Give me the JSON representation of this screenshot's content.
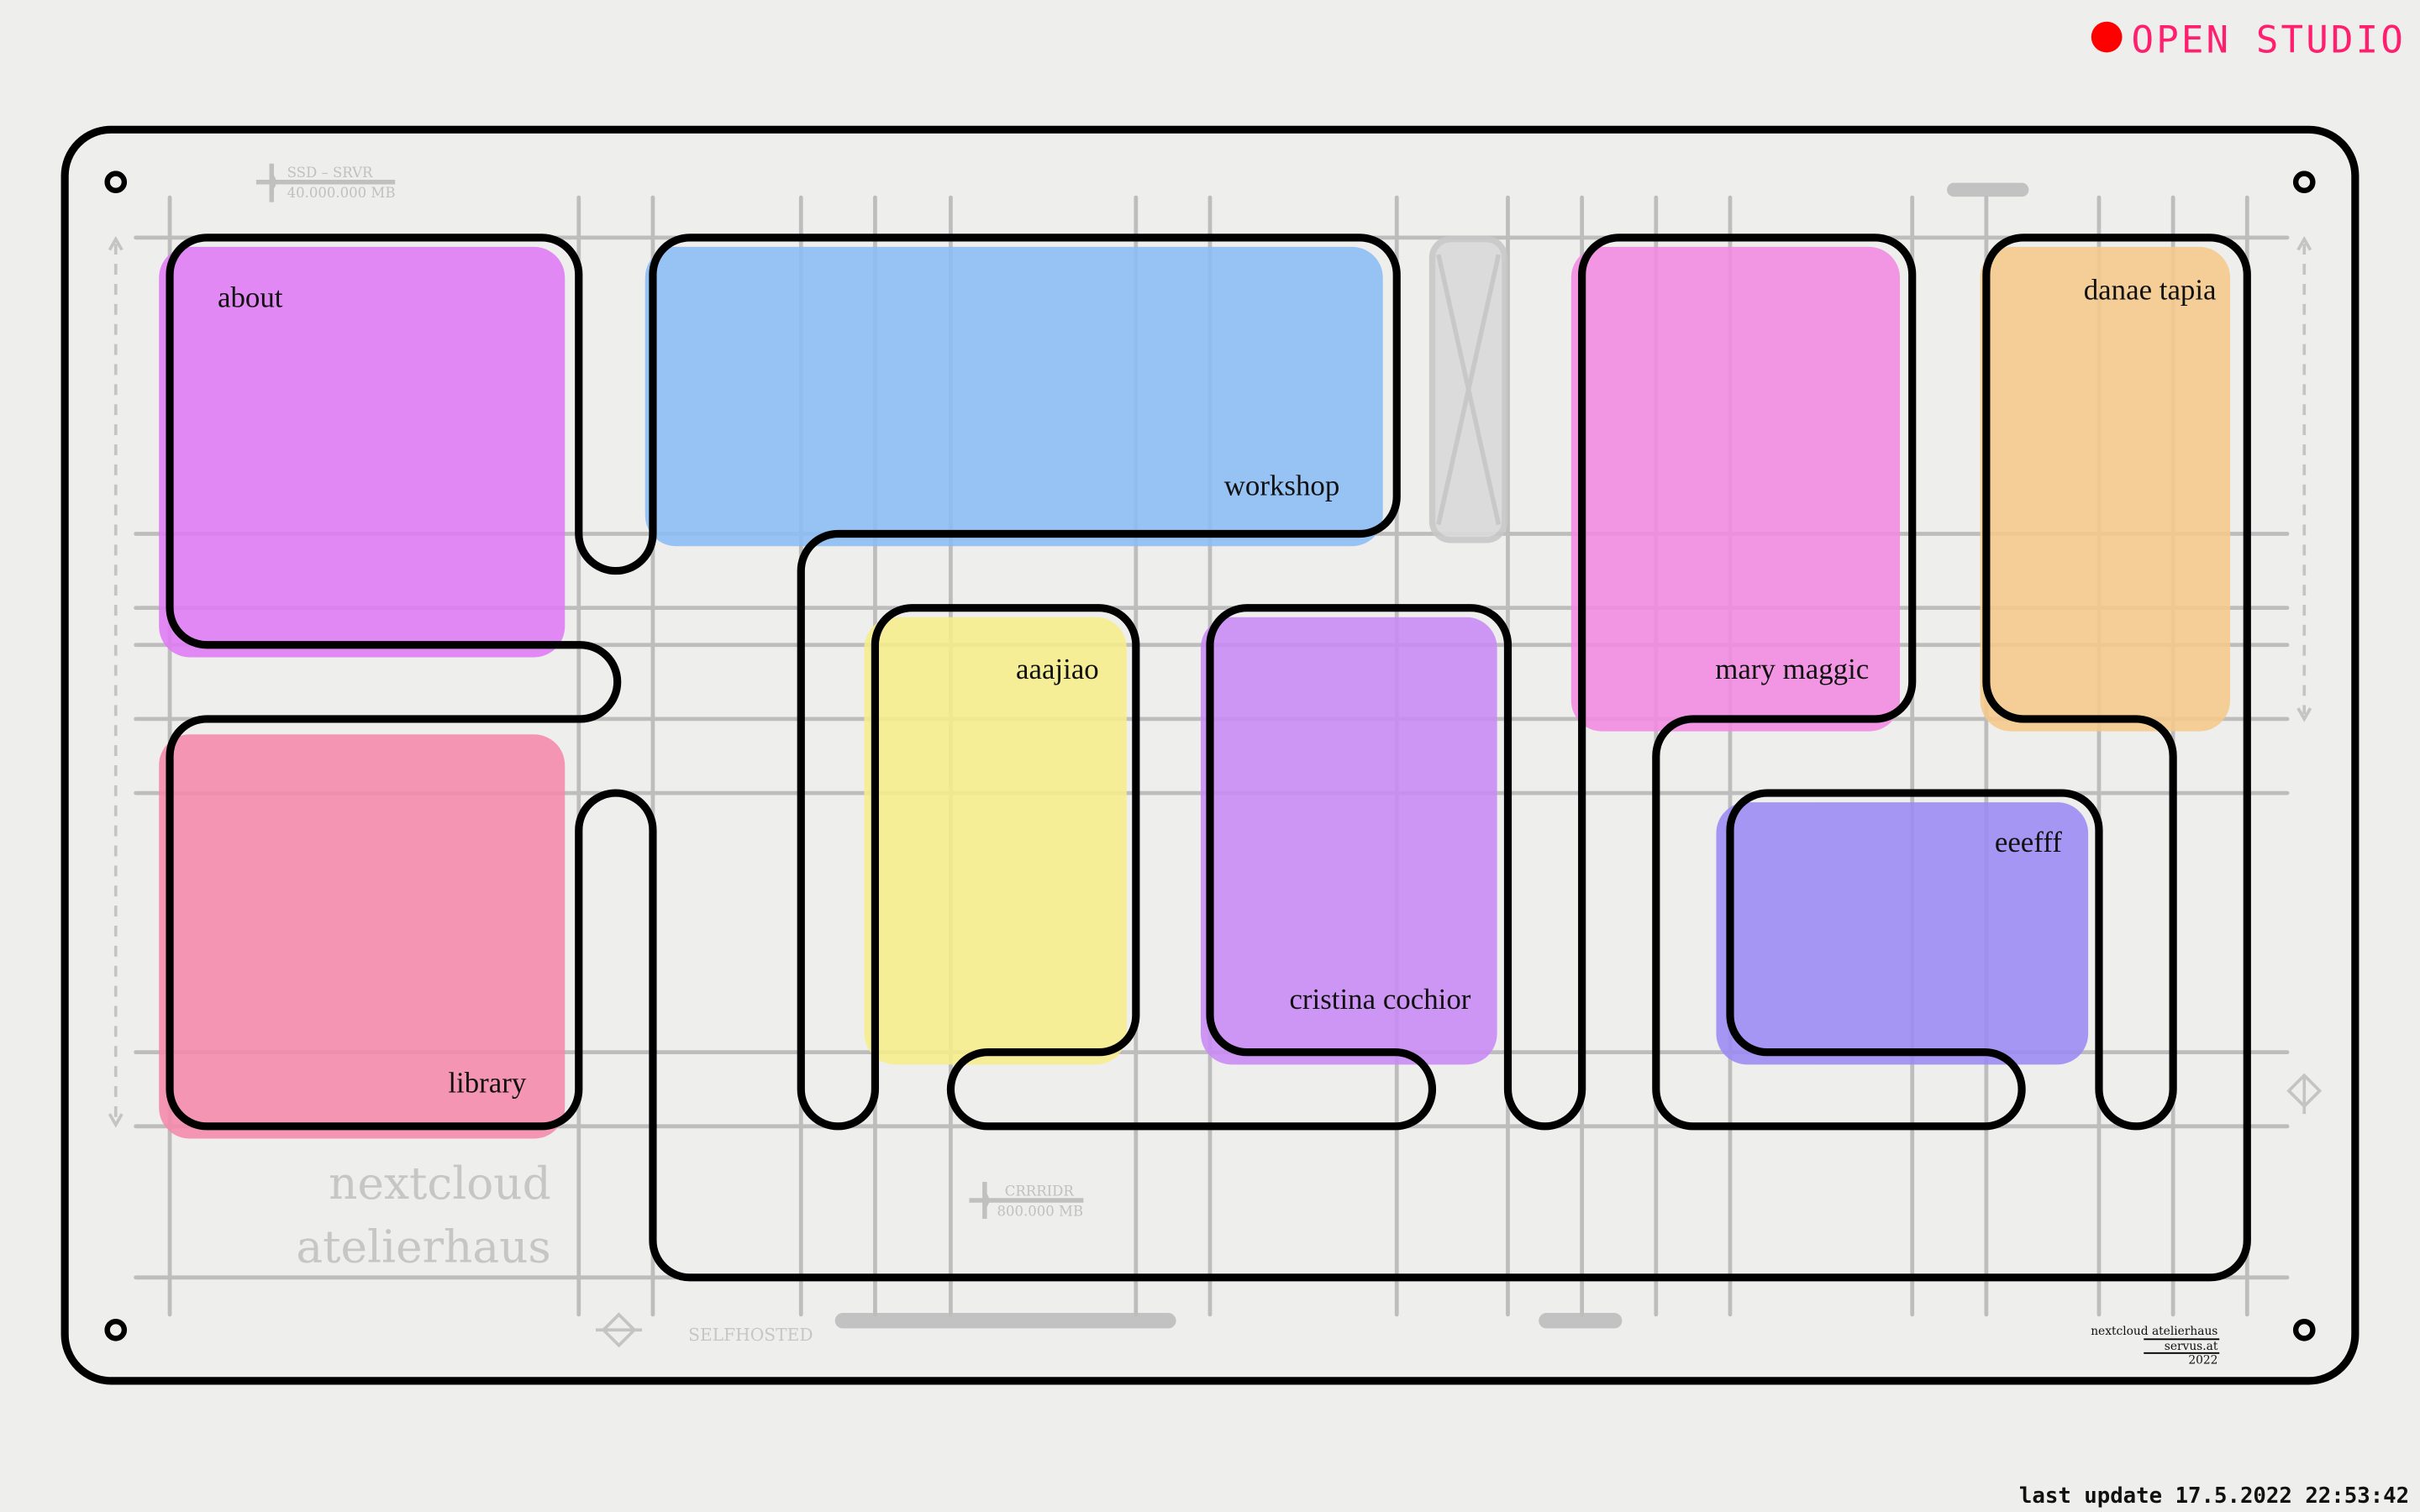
{
  "status": {
    "label": "OPEN STUDIO",
    "indicator_color": "#ff0000",
    "text_color": "#ff1f6e"
  },
  "rooms": [
    {
      "id": "about",
      "label": "about",
      "color": "#df7af5"
    },
    {
      "id": "workshop",
      "label": "workshop",
      "color": "#8bbcf5"
    },
    {
      "id": "library",
      "label": "library",
      "color": "#f589ab"
    },
    {
      "id": "aaajiao",
      "label": "aaajiao",
      "color": "#f7ee8a"
    },
    {
      "id": "cristina-cochior",
      "label": "cristina cochior",
      "color": "#c98af5"
    },
    {
      "id": "mary-maggic",
      "label": "mary maggic",
      "color": "#f28ae2"
    },
    {
      "id": "danae-tapia",
      "label": "danae tapia",
      "color": "#f5c98a"
    },
    {
      "id": "eeefff",
      "label": "eeefff",
      "color": "#9c8af5"
    }
  ],
  "board": {
    "ssd_title": "SSD – SRVR",
    "ssd_size": "40.000.000 MB",
    "corridor_title": "CRRRIDR",
    "corridor_size": "800.000  MB",
    "brand_line1": "nextcloud",
    "brand_line2": "atelierhaus",
    "selfhosted": "SELFHOSTED",
    "credit_line1": "nextcloud atelierhaus",
    "credit_line2": "servus.at",
    "credit_line3": "2022"
  },
  "footer": {
    "last_update": "last update 17.5.2022 22:53:42"
  }
}
